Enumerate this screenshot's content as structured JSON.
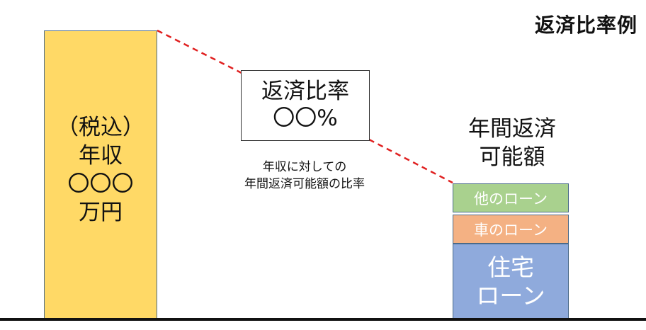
{
  "title": "返済比率例",
  "income_bar": {
    "line1": "（税込）",
    "line2": "年収",
    "line3": "〇〇〇",
    "line4": "万円",
    "color": "#FFD966"
  },
  "ratio_box": {
    "line1": "返済比率",
    "line2": "〇〇%"
  },
  "ratio_note": {
    "line1": "年収に対しての",
    "line2": "年間返済可能額の比率"
  },
  "capacity_label": {
    "line1": "年間返済",
    "line2": "可能額"
  },
  "segments": {
    "other_loan": {
      "label": "他のローン",
      "color": "#A9D18E"
    },
    "car_loan": {
      "label": "車のローン",
      "color": "#F4B183"
    },
    "home_loan": {
      "line1": "住宅",
      "line2": "ローン",
      "color": "#8FAADC"
    }
  },
  "connector_color": "#E02020"
}
